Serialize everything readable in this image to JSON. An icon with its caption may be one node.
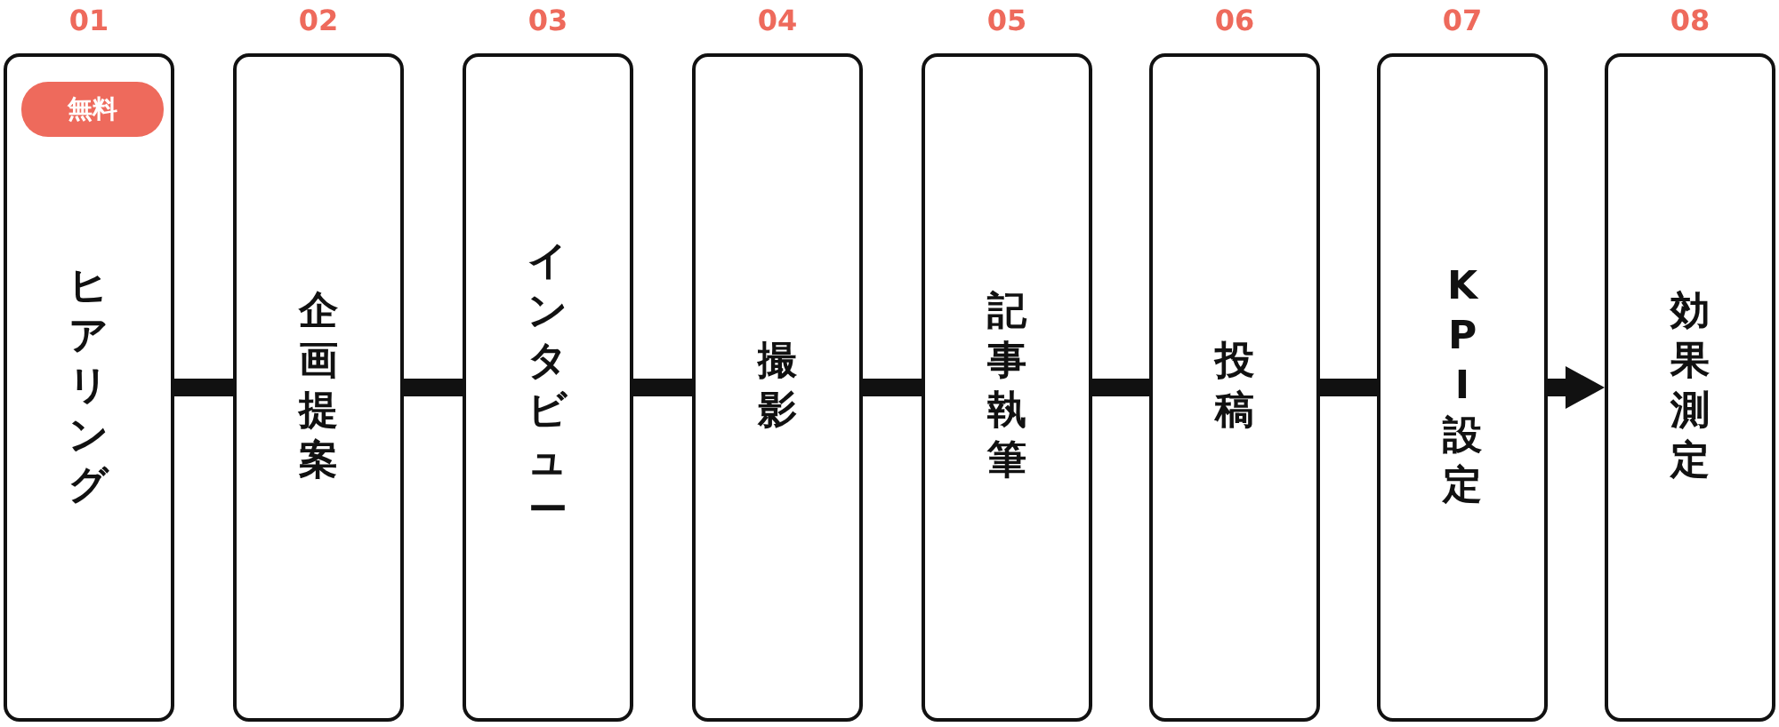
{
  "diagram": {
    "nodes": [
      {
        "text": [
          "ヒアリング"
        ],
        "beside": [
          "01"
        ]
      },
      {
        "text": [
          "無料"
        ],
        "in": 0
      },
      {
        "text": [
          "企画提案"
        ],
        "beside": [
          "02"
        ]
      },
      {
        "text": [
          "インタビュー"
        ],
        "beside": [
          "03"
        ]
      },
      {
        "text": [
          "撮影"
        ],
        "beside": [
          "04"
        ]
      },
      {
        "text": [
          "記事執筆"
        ],
        "beside": [
          "05"
        ]
      },
      {
        "text": [
          "投稿"
        ],
        "beside": [
          "06"
        ]
      },
      {
        "text": [
          "KPI設定"
        ],
        "beside": [
          "07"
        ]
      },
      {
        "text": [
          "効果測定"
        ],
        "beside": [
          "08"
        ]
      }
    ],
    "edges": [
      {
        "from": 0,
        "to": 2,
        "arrow": "none"
      },
      {
        "from": 2,
        "to": 3,
        "arrow": "none"
      },
      {
        "from": 3,
        "to": 4,
        "arrow": "none"
      },
      {
        "from": 4,
        "to": 5,
        "arrow": "none"
      },
      {
        "from": 5,
        "to": 6,
        "arrow": "none"
      },
      {
        "from": 6,
        "to": 7,
        "arrow": "none"
      },
      {
        "from": 7,
        "to": 8,
        "arrow": "to"
      }
    ]
  }
}
